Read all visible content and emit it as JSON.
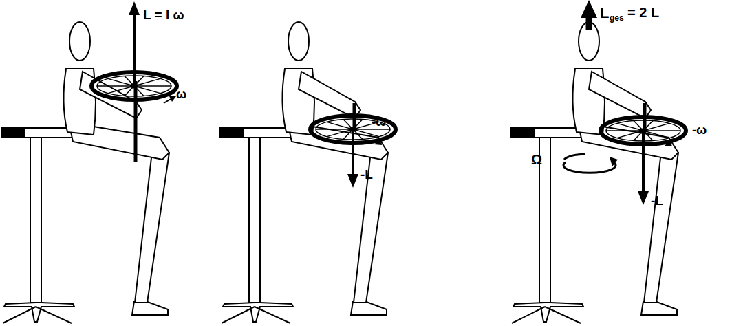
{
  "diagram": {
    "labels": [
      "L = I ω",
      "ω",
      "-ω",
      "-L",
      "L",
      "ges",
      "= 2 L",
      "Ω",
      "-ω",
      "-L"
    ]
  }
}
